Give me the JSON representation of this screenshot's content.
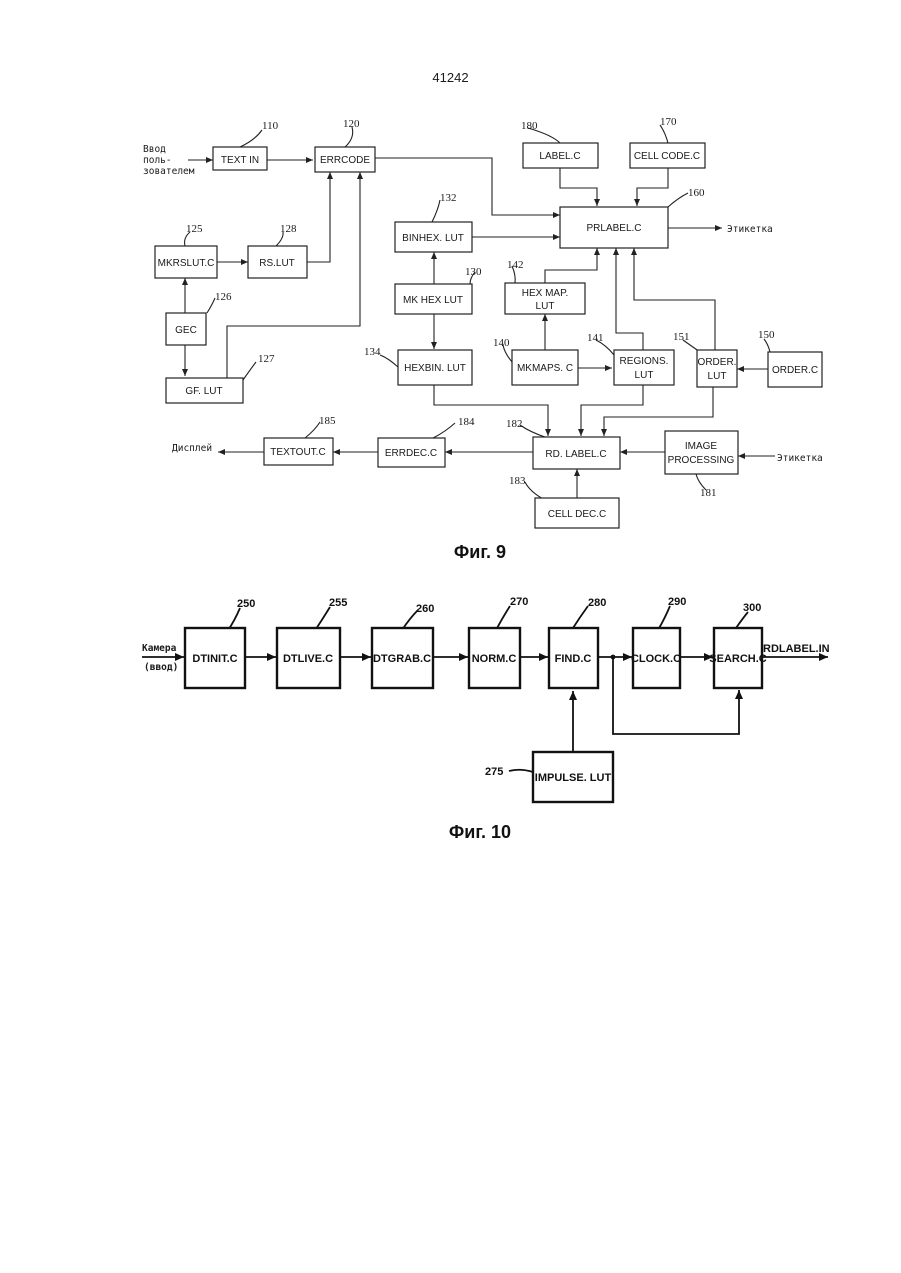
{
  "page_number": "41242",
  "fig9": {
    "caption": "Фиг. 9",
    "input_label": [
      "Ввод",
      "поль-",
      "зователем"
    ],
    "output_label_right": "Этикетка",
    "input_label_right": "Этикетка",
    "output_display": "Дисплей",
    "boxes": {
      "text_in": "TEXT IN",
      "errcode": "ERRCODE",
      "mkrslut": "MKRSLUT.C",
      "rslut": "RS.LUT",
      "gec": "GEC",
      "gflut": "GF. LUT",
      "binhex": "BINHEX. LUT",
      "mkhex": "MK HEX LUT",
      "hexbin": "HEXBIN. LUT",
      "label": "LABEL.C",
      "cellcode": "CELL CODE.C",
      "prlabel": "PRLABEL.C",
      "hexmap": [
        "HEX MAP.",
        "LUT"
      ],
      "mkmaps": "MKMAPS. C",
      "regions": [
        "REGIONS.",
        "LUT"
      ],
      "orderlut": [
        "ORDER.",
        "LUT"
      ],
      "orderc": "ORDER.C",
      "rdlabel": "RD. LABEL.C",
      "imageproc": [
        "IMAGE",
        "PROCESSING"
      ],
      "celldec": "CELL DEC.C",
      "errdec": "ERRDEC.C",
      "textout": "TEXTOUT.C"
    },
    "refs": {
      "r110": "110",
      "r120": "120",
      "r180": "180",
      "r170": "170",
      "r160": "160",
      "r132": "132",
      "r130": "130",
      "r142": "142",
      "r125": "125",
      "r128": "128",
      "r126": "126",
      "r127": "127",
      "r134": "134",
      "r140": "140",
      "r141": "141",
      "r151": "151",
      "r150": "150",
      "r185": "185",
      "r184": "184",
      "r182": "182",
      "r183": "183",
      "r181": "181"
    }
  },
  "fig10": {
    "caption": "Фиг. 10",
    "input_label": [
      "Камера",
      "(ввод)"
    ],
    "output_label": "RDLABEL.IN",
    "boxes": {
      "dtinit": "DTINIT.C",
      "dtlive": "DTLIVE.C",
      "dtgrab": "DTGRAB.C",
      "norm": "NORM.C",
      "find": "FIND.C",
      "clock": "CLOCK.C",
      "search": "SEARCH.C",
      "impulse": "IMPULSE. LUT"
    },
    "refs": {
      "r250": "250",
      "r255": "255",
      "r260": "260",
      "r270": "270",
      "r280": "280",
      "r290": "290",
      "r300": "300",
      "r275": "275"
    }
  }
}
